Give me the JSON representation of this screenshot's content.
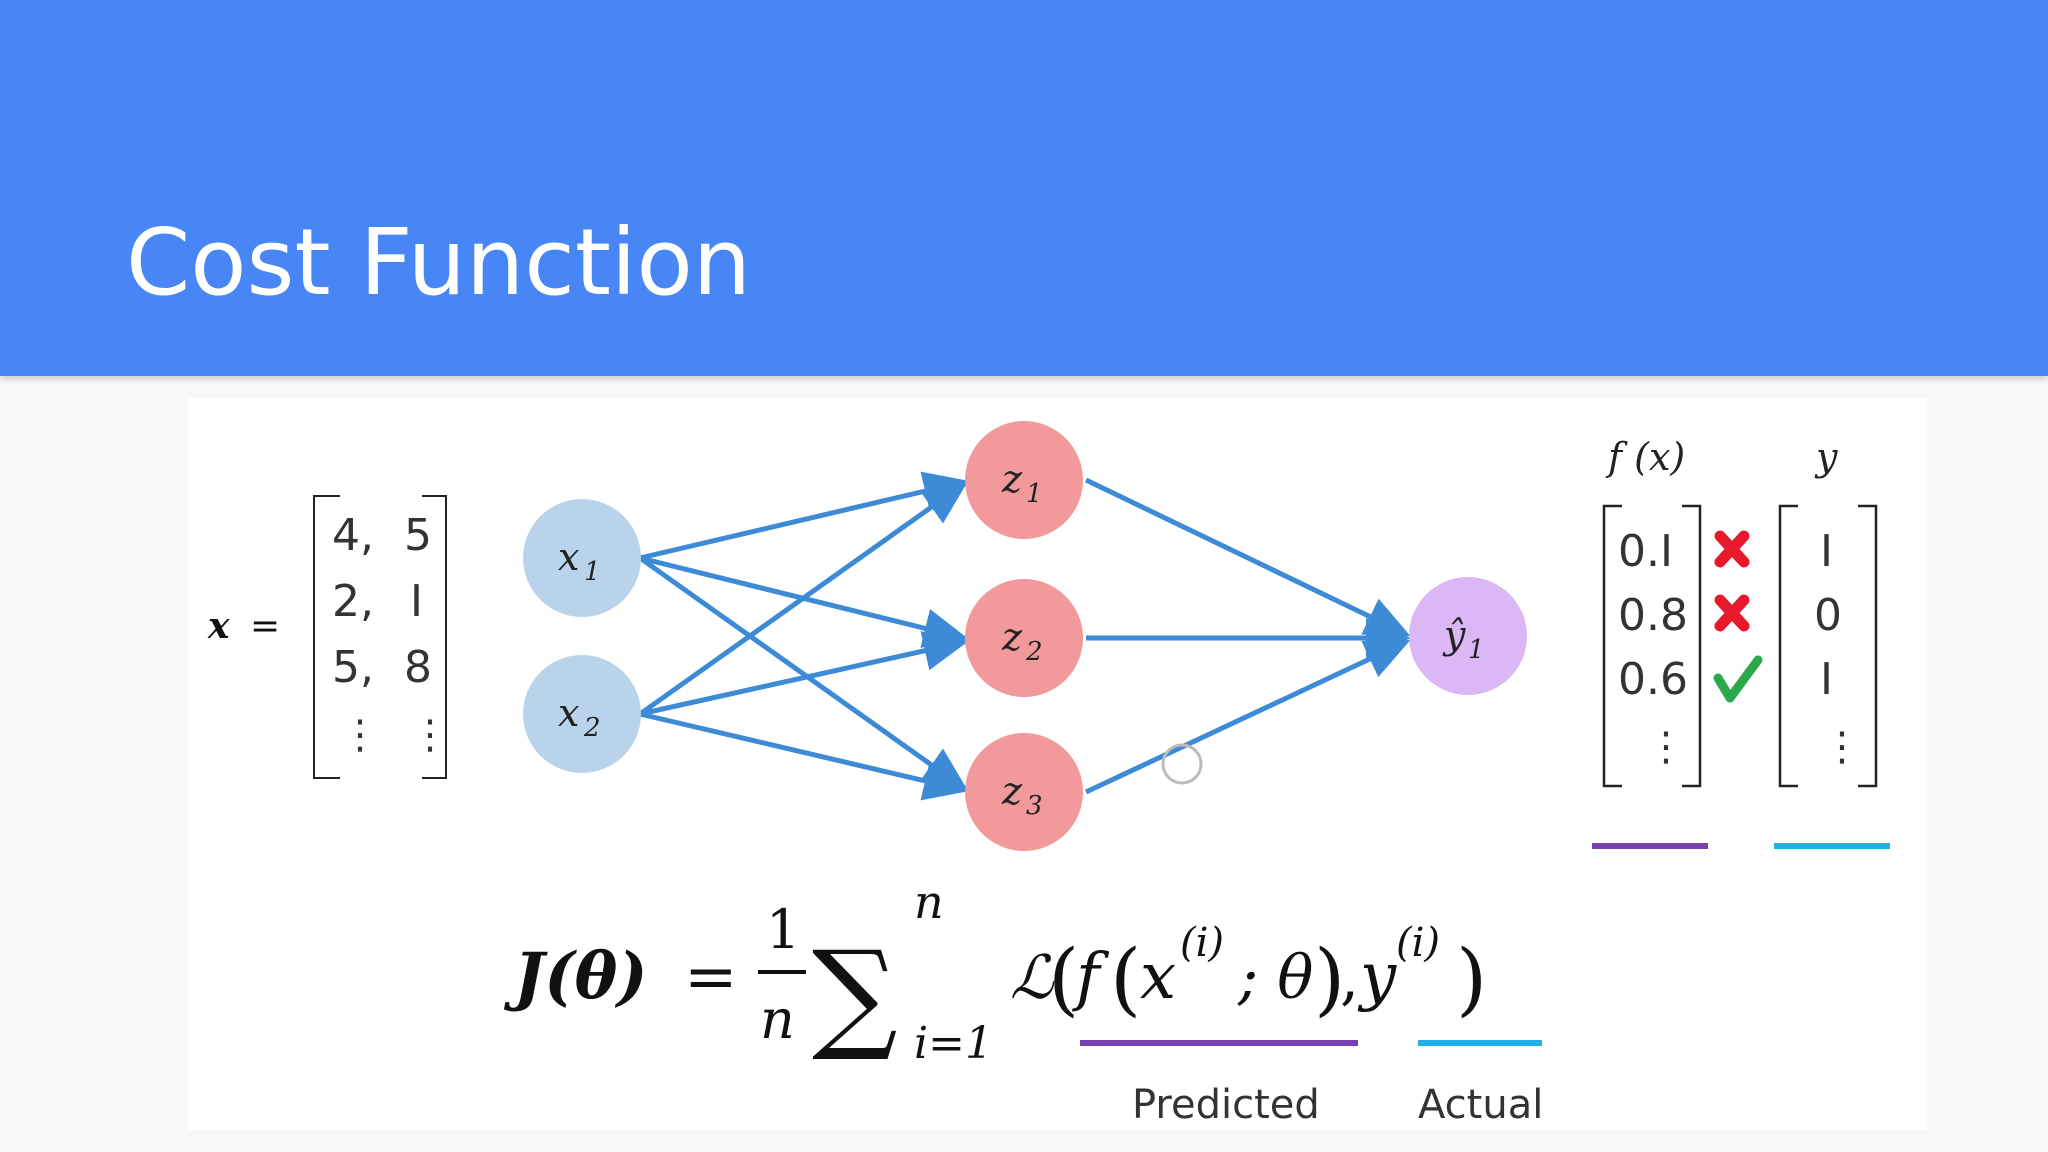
{
  "slide": {
    "title": "Cost Function",
    "header_color": "#4885f5"
  },
  "input_matrix": {
    "label": "x",
    "equals": "=",
    "rows": [
      [
        "4,",
        "5"
      ],
      [
        "2,",
        "I"
      ],
      [
        "5,",
        "8"
      ],
      [
        "⋮",
        "⋮"
      ]
    ]
  },
  "network": {
    "inputs": [
      {
        "name": "x",
        "sub": "1"
      },
      {
        "name": "x",
        "sub": "2"
      }
    ],
    "hidden": [
      {
        "name": "z",
        "sub": "1"
      },
      {
        "name": "z",
        "sub": "2"
      },
      {
        "name": "z",
        "sub": "3"
      }
    ],
    "output": {
      "name": "ŷ",
      "sub": "1"
    },
    "colors": {
      "input": "#b9d3ea",
      "hidden": "#f1999b",
      "output": "#dcb7f5",
      "arrow": "#3d8ad6"
    }
  },
  "predictions": {
    "header": "f (x)",
    "values": [
      "0.I",
      "0.8",
      "0.6",
      "⋮"
    ],
    "marks": [
      "cross-icon",
      "cross-icon",
      "check-icon"
    ],
    "underline_color": "#7a3fb0"
  },
  "actuals": {
    "header": "y",
    "values": [
      "I",
      "0",
      "I",
      "⋮"
    ],
    "underline_color": "#1eb0e6"
  },
  "formula": {
    "lhs": "J(θ)",
    "equals": "=",
    "frac_num": "1",
    "frac_den": "n",
    "sum": "∑",
    "sum_upper": "n",
    "sum_lower": "i=1",
    "loss": "ℒ",
    "open_paren": "(",
    "f_term": "f",
    "f_open": "(",
    "x_term": "x",
    "x_sup": "(i)",
    "param": "; θ",
    "f_close": ")",
    "comma": ",",
    "y_term": "y",
    "y_sup": "(i)",
    "close_paren": ")",
    "predicted_label": "Predicted",
    "actual_label": "Actual"
  }
}
